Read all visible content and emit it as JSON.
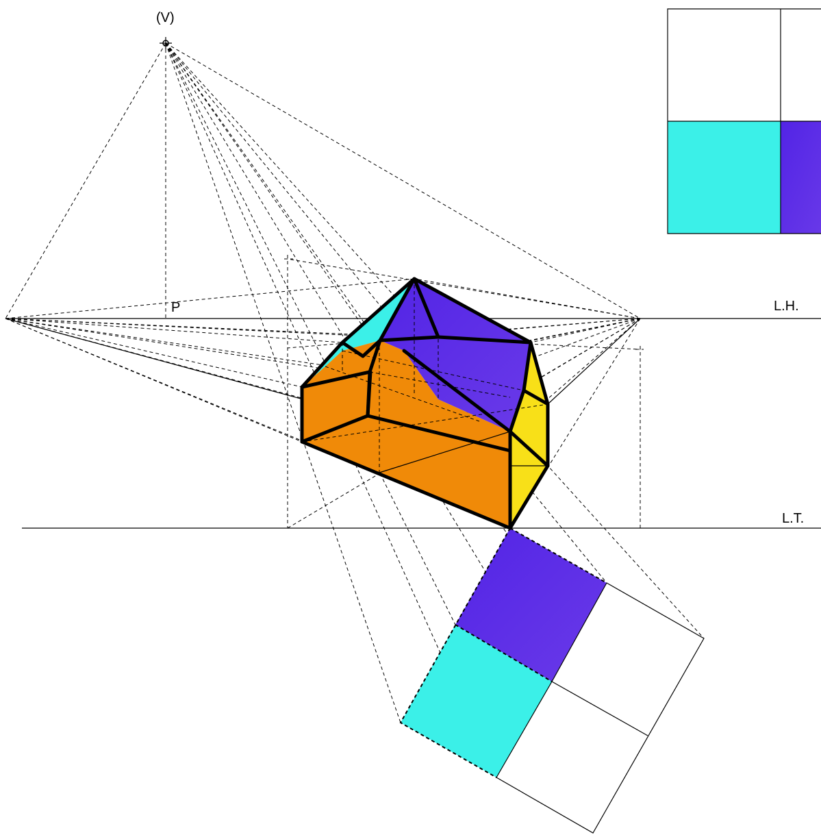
{
  "labels": {
    "viewpoint": "(V)",
    "principal_point": "P",
    "horizon_line": "L.H.",
    "ground_line": "L.T."
  },
  "colors": {
    "cyan": "#3bf0e8",
    "violet": "#5a2ae8",
    "orange": "#f08a08",
    "yellow": "#f8e018",
    "line": "#000000"
  },
  "legend": {
    "cells": [
      "empty",
      "empty",
      "cyan",
      "violet"
    ]
  }
}
